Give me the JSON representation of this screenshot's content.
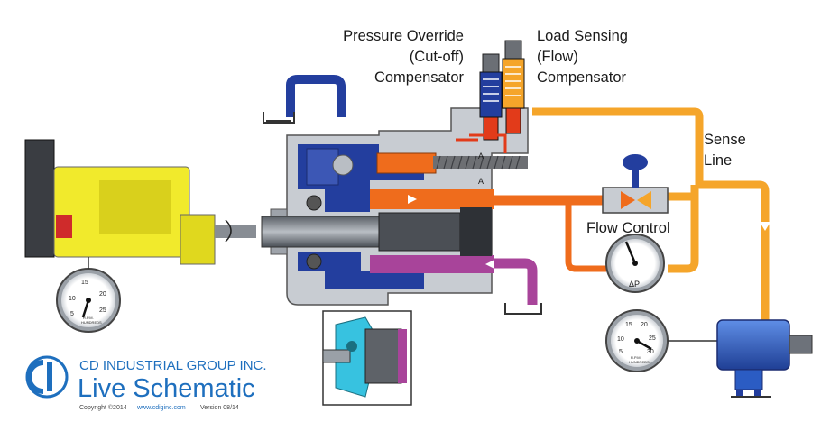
{
  "labels": {
    "pressure_override": [
      "Pressure Override",
      "(Cut-off)",
      "Compensator"
    ],
    "load_sensing": [
      "Load Sensing",
      "(Flow)",
      "Compensator"
    ],
    "sense_line": [
      "Sense",
      "Line"
    ],
    "flow_control": "Flow Control",
    "port_a_upper": "A",
    "port_a_lower": "A",
    "delta_p": "ΔP"
  },
  "gauges": {
    "engine_rpm": {
      "ticks": [
        "5",
        "10",
        "15",
        "20",
        "25"
      ],
      "unit": "R.P.M.",
      "sub": "HUNDREDS"
    },
    "motor_rpm": {
      "ticks": [
        "5",
        "10",
        "15",
        "20",
        "25",
        "30"
      ],
      "unit": "R.P.M.",
      "sub": "HUNDREDS"
    }
  },
  "brand": {
    "company": "CD INDUSTRIAL GROUP INC.",
    "product": "Live Schematic",
    "copyright": "Copyright ©2014",
    "website": "www.cdiginc.com",
    "version": "Version 08/14"
  },
  "colors": {
    "blue_line": "#233e9e",
    "orange_line": "#f5a52a",
    "pilot_orange": "#ef6c1c",
    "pressure_red": "#e23b1a",
    "purple_line": "#a8449a",
    "engine_yellow": "#f1ea2c",
    "motor_blue": "#2b5cc3",
    "housing_gray": "#c8ccd2",
    "brand_blue": "#1e6fbe"
  }
}
